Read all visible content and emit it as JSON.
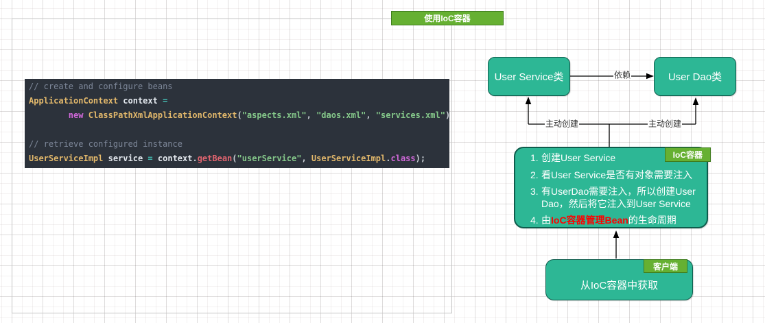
{
  "colors": {
    "teal_fill": "#2db795",
    "teal_border": "#0e5c4c",
    "green_fill": "#66b032",
    "green_border": "#3f7d1d",
    "red_text": "#ff0000",
    "code_bg": "#2c323b"
  },
  "title_badge": {
    "label": "使用IoC容器"
  },
  "code_block": {
    "lines": [
      [
        {
          "t": "// create and configure beans",
          "s": "cmt"
        }
      ],
      [
        {
          "t": "ApplicationContext",
          "s": "type"
        },
        {
          "t": " ",
          "s": "pln"
        },
        {
          "t": "context",
          "s": "var"
        },
        {
          "t": " ",
          "s": "pln"
        },
        {
          "t": "=",
          "s": "op"
        }
      ],
      [
        {
          "t": "        ",
          "s": "pln"
        },
        {
          "t": "new",
          "s": "kw"
        },
        {
          "t": " ",
          "s": "pln"
        },
        {
          "t": "ClassPathXmlApplicationContext",
          "s": "type"
        },
        {
          "t": "(",
          "s": "pln"
        },
        {
          "t": "\"aspects.xml\"",
          "s": "str"
        },
        {
          "t": ", ",
          "s": "pln"
        },
        {
          "t": "\"daos.xml\"",
          "s": "str"
        },
        {
          "t": ", ",
          "s": "pln"
        },
        {
          "t": "\"services.xml\"",
          "s": "str"
        },
        {
          "t": ");",
          "s": "pln"
        }
      ],
      [],
      [
        {
          "t": "// retrieve configured instance",
          "s": "cmt"
        }
      ],
      [
        {
          "t": "UserServiceImpl",
          "s": "type"
        },
        {
          "t": " ",
          "s": "pln"
        },
        {
          "t": "service",
          "s": "var"
        },
        {
          "t": " ",
          "s": "pln"
        },
        {
          "t": "=",
          "s": "op"
        },
        {
          "t": " ",
          "s": "pln"
        },
        {
          "t": "context",
          "s": "var"
        },
        {
          "t": ".",
          "s": "pln"
        },
        {
          "t": "getBean",
          "s": "fn"
        },
        {
          "t": "(",
          "s": "pln"
        },
        {
          "t": "\"userService\"",
          "s": "str"
        },
        {
          "t": ", ",
          "s": "pln"
        },
        {
          "t": "UserServiceImpl",
          "s": "type"
        },
        {
          "t": ".",
          "s": "pln"
        },
        {
          "t": "class",
          "s": "kw"
        },
        {
          "t": ");",
          "s": "pln"
        }
      ]
    ]
  },
  "nodes": {
    "user_service": {
      "label": "User Service类"
    },
    "user_dao": {
      "label": "User Dao类"
    },
    "ioc": {
      "badge": "IoC容器",
      "items": [
        {
          "num": "1.",
          "segments": [
            {
              "t": "创建User Service",
              "red": false
            }
          ]
        },
        {
          "num": "2.",
          "segments": [
            {
              "t": "看User Service是否有对象需要注入",
              "red": false
            }
          ]
        },
        {
          "num": "3.",
          "segments": [
            {
              "t": "有UserDao需要注入，所以创建User Dao，然后将它注入到User Service",
              "red": false
            }
          ]
        },
        {
          "num": "4.",
          "segments": [
            {
              "t": "由",
              "red": false
            },
            {
              "t": "IoC容器管理Bean",
              "red": true
            },
            {
              "t": "的生命周期",
              "red": false
            }
          ]
        }
      ]
    },
    "client": {
      "badge": "客户端",
      "label": "从IoC容器中获取"
    }
  },
  "edge_labels": {
    "depends": "依赖",
    "create_left": "主动创建",
    "create_right": "主动创建"
  }
}
